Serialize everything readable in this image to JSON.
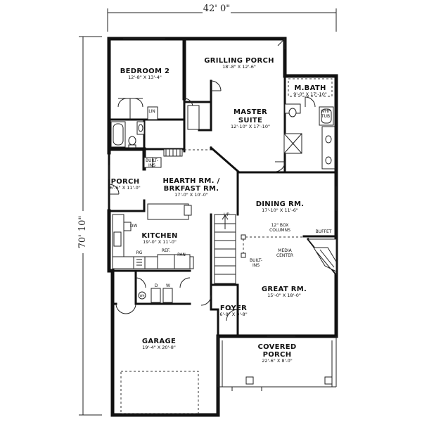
{
  "overall": {
    "width": "42' 0\"",
    "depth": "70' 10\""
  },
  "rooms": {
    "bedroom2": {
      "name": "BEDROOM 2",
      "dims": "12'-8\" X 13'-4\""
    },
    "grilling_porch": {
      "name": "GRILLING PORCH",
      "dims": "18'-8\" X 12'-6\""
    },
    "m_bath": {
      "name": "M.BATH",
      "dims": "9'-0\" X 17'-10\""
    },
    "master_suite": {
      "name_l1": "MASTER",
      "name_l2": "SUITE",
      "dims": "12'-10\" X 17'-10\""
    },
    "porch": {
      "name": "PORCH",
      "dims": "6'-6\" X 11'-0\""
    },
    "hearth": {
      "name_l1": "HEARTH RM. /",
      "name_l2": "BRKFAST RM.",
      "dims": "17'-0\" X 10'-0\""
    },
    "dining": {
      "name": "DINING RM.",
      "dims": "17'-10\" X 11'-6\""
    },
    "kitchen": {
      "name": "KITCHEN",
      "dims": "19'-0\" X 11'-0\""
    },
    "great": {
      "name": "GREAT RM.",
      "dims": "15'-0\" X 18'-0\""
    },
    "foyer": {
      "name": "FOYER",
      "dims": "6'-9\" X 9'-8\""
    },
    "garage": {
      "name": "GARAGE",
      "dims": "19'-4\" X 20'-8\""
    },
    "covered_porch": {
      "name_l1": "COVERED",
      "name_l2": "PORCH",
      "dims": "22'-6\" X 8'-0\""
    }
  },
  "labels": {
    "lin": "LIN",
    "whp_l1": "WHP",
    "whp_l2": "TUB",
    "builtins_a1": "BUILT-",
    "builtins_a2": "INS",
    "builtins_b1": "BUILT-",
    "builtins_b2": "INS",
    "up": "UP",
    "box_columns_l1": "12\" BOX",
    "box_columns_l2": "COLUMNS",
    "buffet": "BUFFET",
    "media_l1": "MEDIA",
    "media_l2": "CENTER",
    "dw": "DW",
    "rg": "RG",
    "ref": "REF.",
    "pan": "PAN",
    "d": "D",
    "w": "W",
    "wh": "WH"
  }
}
